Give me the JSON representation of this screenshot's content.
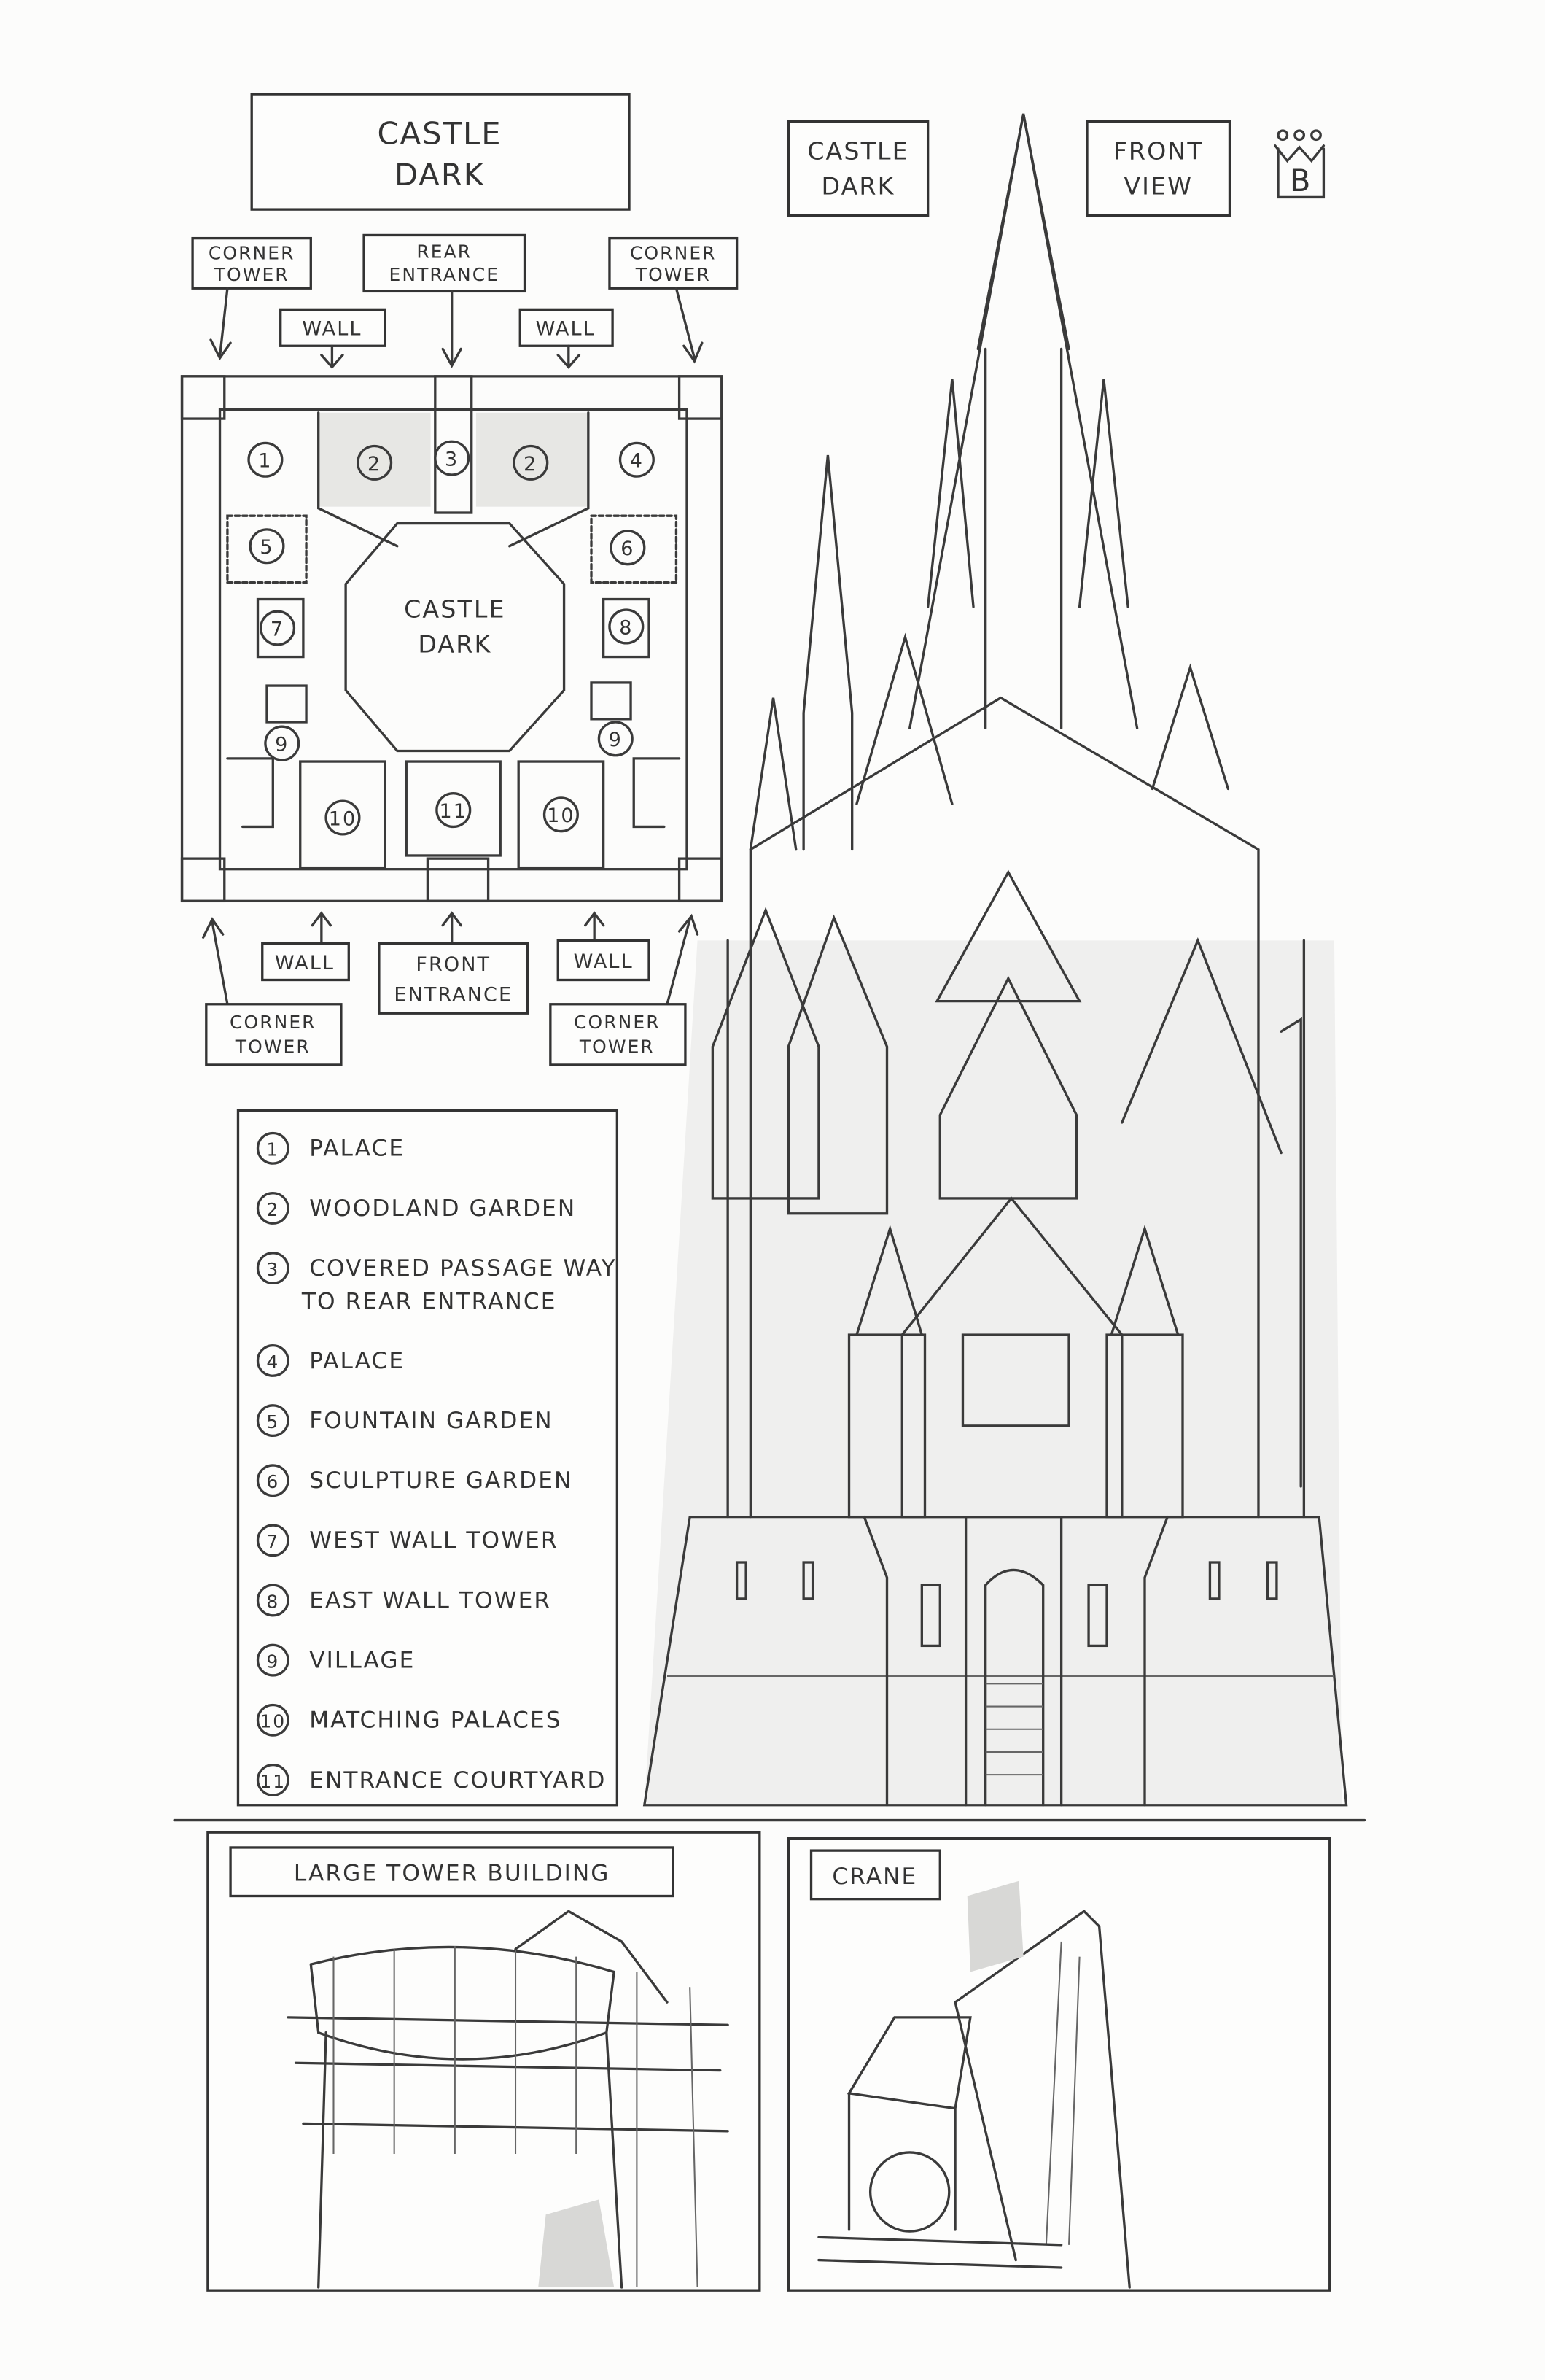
{
  "plan": {
    "title": [
      "CASTLE",
      "DARK"
    ],
    "top_labels": {
      "corner_tower_left": [
        "CORNER",
        "TOWER"
      ],
      "rear_entrance": [
        "REAR",
        "ENTRANCE"
      ],
      "corner_tower_right": [
        "CORNER",
        "TOWER"
      ],
      "wall_left": "WALL",
      "wall_right": "WALL"
    },
    "bottom_labels": {
      "wall_left": "WALL",
      "front_entrance": [
        "FRONT",
        "ENTRANCE"
      ],
      "wall_right": "WALL",
      "corner_tower_left": [
        "CORNER",
        "TOWER"
      ],
      "corner_tower_right": [
        "CORNER",
        "TOWER"
      ]
    },
    "center_label": [
      "CASTLE",
      "DARK"
    ],
    "markers": [
      "1",
      "2",
      "3",
      "2",
      "4",
      "5",
      "6",
      "7",
      "8",
      "9",
      "9",
      "10",
      "11",
      "10"
    ]
  },
  "legend": [
    {
      "num": "1",
      "text": [
        "PALACE"
      ]
    },
    {
      "num": "2",
      "text": [
        "WOODLAND GARDEN"
      ]
    },
    {
      "num": "3",
      "text": [
        "COVERED PASSAGE WAY",
        "TO REAR ENTRANCE"
      ]
    },
    {
      "num": "4",
      "text": [
        "PALACE"
      ]
    },
    {
      "num": "5",
      "text": [
        "FOUNTAIN GARDEN"
      ]
    },
    {
      "num": "6",
      "text": [
        "SCULPTURE GARDEN"
      ]
    },
    {
      "num": "7",
      "text": [
        "WEST WALL TOWER"
      ]
    },
    {
      "num": "8",
      "text": [
        "EAST WALL TOWER"
      ]
    },
    {
      "num": "9",
      "text": [
        "VILLAGE"
      ]
    },
    {
      "num": "10",
      "text": [
        "MATCHING PALACES"
      ]
    },
    {
      "num": "11",
      "text": [
        "ENTRANCE COURTYARD"
      ]
    }
  ],
  "elevation": {
    "title": [
      "CASTLE",
      "DARK"
    ],
    "view": [
      "FRONT",
      "VIEW"
    ],
    "logo_letter": "B"
  },
  "panels": {
    "tower": "LARGE TOWER BUILDING",
    "crane": "CRANE"
  }
}
